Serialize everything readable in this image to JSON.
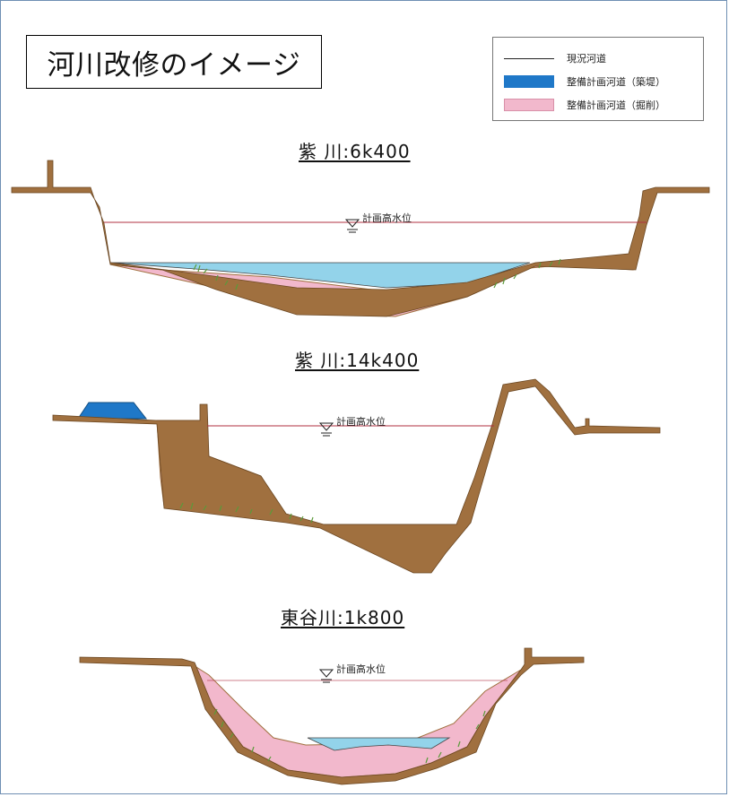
{
  "title": "河川改修のイメージ",
  "legend": {
    "items": [
      {
        "label": "現況河道",
        "swatch": "line",
        "color": "#222222"
      },
      {
        "label": "整備計画河道（築堤）",
        "swatch": "fill",
        "color": "#1f78c8"
      },
      {
        "label": "整備計画河道（掘削）",
        "swatch": "fill",
        "color": "#f2b8cc"
      }
    ]
  },
  "sections": [
    {
      "title": "紫 川:6k400",
      "hwl_label": "計画高水位"
    },
    {
      "title": "紫 川:14k400",
      "hwl_label": "計画高水位"
    },
    {
      "title": "東谷川:1k800",
      "hwl_label": "計画高水位"
    }
  ],
  "colors": {
    "ground": "#a0703f",
    "water": "#93d3ea",
    "embankment": "#1f78c8",
    "excavation": "#f2b8cc",
    "hwl_line": "#b03040",
    "vegetation": "#5a9a3a"
  }
}
